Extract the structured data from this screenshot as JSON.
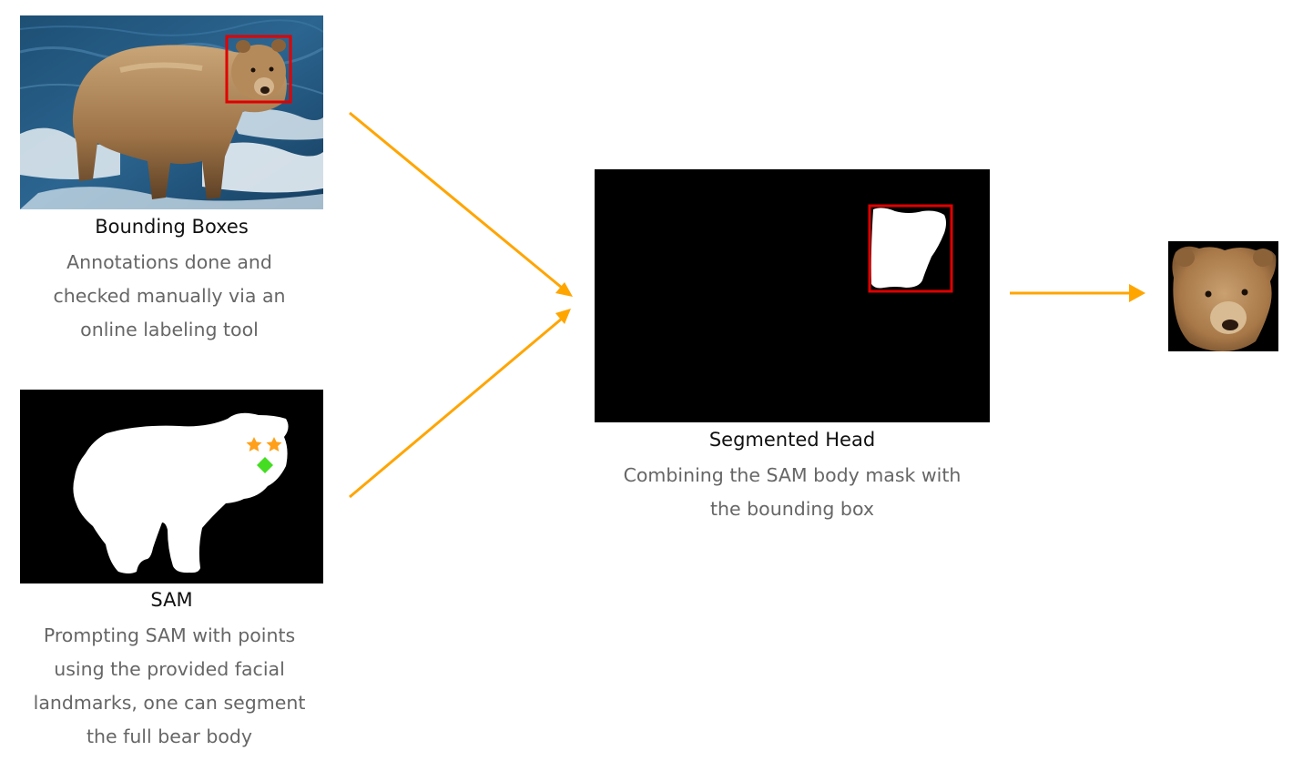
{
  "bounding_boxes": {
    "title": "Bounding Boxes",
    "description_lines": [
      "Annotations done and",
      "checked manually via an",
      "online labeling tool"
    ]
  },
  "sam": {
    "title": "SAM",
    "description_lines": [
      "Prompting SAM with points",
      "using the provided facial",
      "landmarks, one can segment",
      "the full bear body"
    ]
  },
  "segmented_head": {
    "title": "Segmented Head",
    "description_lines": [
      "Combining the SAM body mask with",
      "the bounding box"
    ]
  },
  "colors": {
    "arrow": "#ffa500",
    "bounding_box": "#e00000",
    "mask_background": "#000000",
    "mask_foreground": "#ffffff",
    "landmark_eye": "#ff9f1a",
    "landmark_nose": "#44dd22",
    "description_text": "#666666"
  },
  "icons": {
    "bear_photo": "bear-in-river-photo",
    "sam_mask": "bear-body-mask",
    "head_mask": "head-mask",
    "result": "bear-head-crop"
  }
}
